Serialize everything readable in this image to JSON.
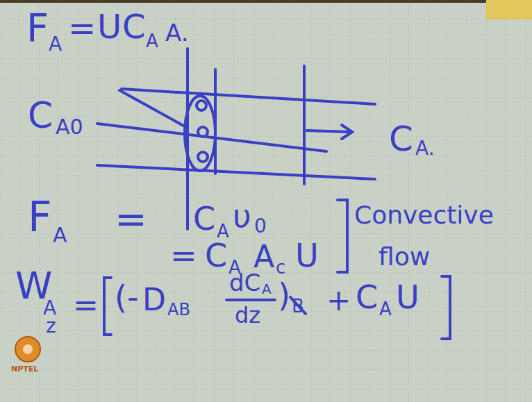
{
  "diagram": {
    "labels": [
      "F",
      "A",
      "=",
      "U",
      "C",
      "A",
      "A.",
      "C",
      "A0",
      "C",
      "A.",
      "F",
      "A",
      "=",
      "C",
      "A",
      "υ",
      "0",
      "=",
      "C",
      "A",
      "A",
      "c",
      "U",
      "Convective",
      "flow",
      "W",
      "A",
      "z",
      "=",
      "(-",
      "D",
      "AB",
      "dC",
      "A",
      "dz",
      ")",
      "B",
      "+",
      "C",
      "A",
      "U",
      "NPTEL"
    ]
  }
}
